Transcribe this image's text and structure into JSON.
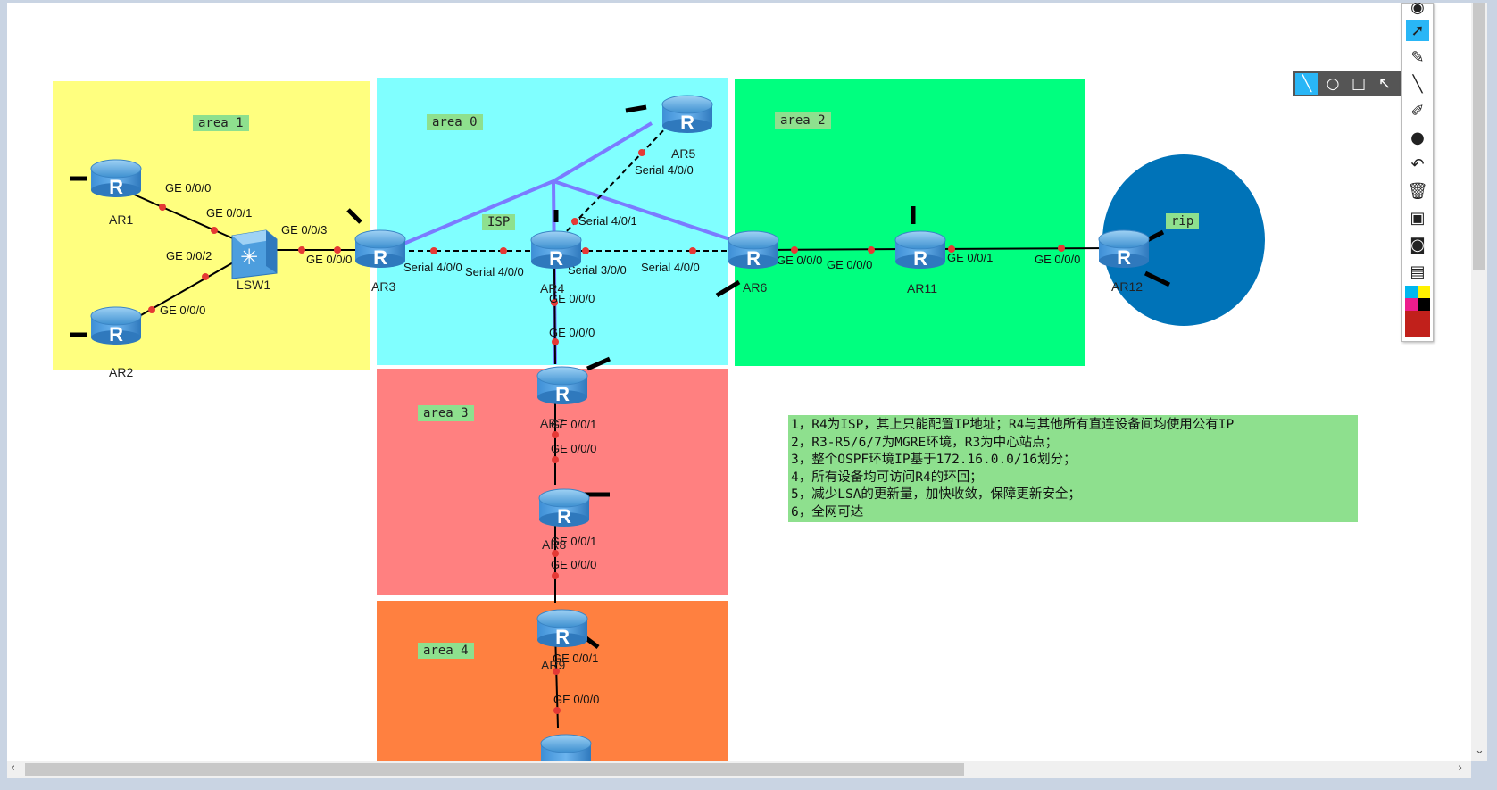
{
  "areas": [
    {
      "label": "area 1",
      "color": "#ffff7f"
    },
    {
      "label": "area 0",
      "color": "#80ffff"
    },
    {
      "label": "area 2",
      "color": "#00ff7f"
    },
    {
      "label": "area 3",
      "color": "#ff8080"
    },
    {
      "label": "area 4",
      "color": "#ff8040"
    },
    {
      "label": "rip",
      "color": "#0073b8"
    }
  ],
  "isp_label": "ISP",
  "devices": {
    "ar1": "AR1",
    "ar2": "AR2",
    "lsw1": "LSW1",
    "ar3": "AR3",
    "ar4": "AR4",
    "ar5": "AR5",
    "ar6": "AR6",
    "ar7": "AR7",
    "ar8": "AR8",
    "ar9": "AR9",
    "ar11": "AR11",
    "ar12": "AR12"
  },
  "router_glyph": "R",
  "ports": {
    "ar1_ge000": "GE 0/0/0",
    "lsw1_ge001": "GE 0/0/1",
    "lsw1_ge002": "GE 0/0/2",
    "ar2_ge000": "GE 0/0/0",
    "lsw1_ge003": "GE 0/0/3",
    "ar3_ge000": "GE 0/0/0",
    "ar3_s400": "Serial 4/0/0",
    "ar4_s400": "Serial 4/0/0",
    "ar4_s401": "Serial 4/0/1",
    "ar5_s400": "Serial 4/0/0",
    "ar4_s300": "Serial 3/0/0",
    "ar6_s400": "Serial 4/0/0",
    "ar6_ge000": "GE 0/0/0",
    "ar11_ge000": "GE 0/0/0",
    "ar11_ge001": "GE 0/0/1",
    "ar12_ge000": "GE 0/0/0",
    "ar4_ge000": "GE 0/0/0",
    "ar7_ge000": "GE 0/0/0",
    "ar7_ge001": "GE 0/0/1",
    "ar8_ge000": "GE 0/0/0",
    "ar8_ge001": "GE 0/0/1",
    "ar9_ge000": "GE 0/0/0",
    "ar9_ge001": "GE 0/0/1",
    "ar10_ge000": "GE 0/0/0"
  },
  "notes": [
    "1，R4为ISP，其上只能配置IP地址；R4与其他所有直连设备间均使用公有IP",
    "2，R3-R5/6/7为MGRE环境，R3为中心站点；",
    "3，整个OSPF环境IP基于172.16.0.0/16划分；",
    "4，所有设备均可访问R4的环回；",
    "5，减少LSA的更新量，加快收敛，保障更新安全；",
    "6，全网可达"
  ],
  "toolbar": {
    "tools": [
      "eye-icon",
      "cursor-icon",
      "eraser-icon",
      "pen-icon",
      "highlighter-icon",
      "dot-icon",
      "undo-icon",
      "trash-icon",
      "screen-icon",
      "camera-icon",
      "clipboard-icon"
    ],
    "palette": [
      "#00b7ef",
      "#fff200",
      "#ed1c8c",
      "#000000",
      "#c1201b"
    ],
    "shapes": [
      "line-icon",
      "circle-icon",
      "square-icon",
      "arrow-icon"
    ]
  },
  "colors": {
    "tunnel": "#7b7bff",
    "link": "#000000",
    "port_dot": "#e53935",
    "notes_bg": "#8ee08e"
  }
}
